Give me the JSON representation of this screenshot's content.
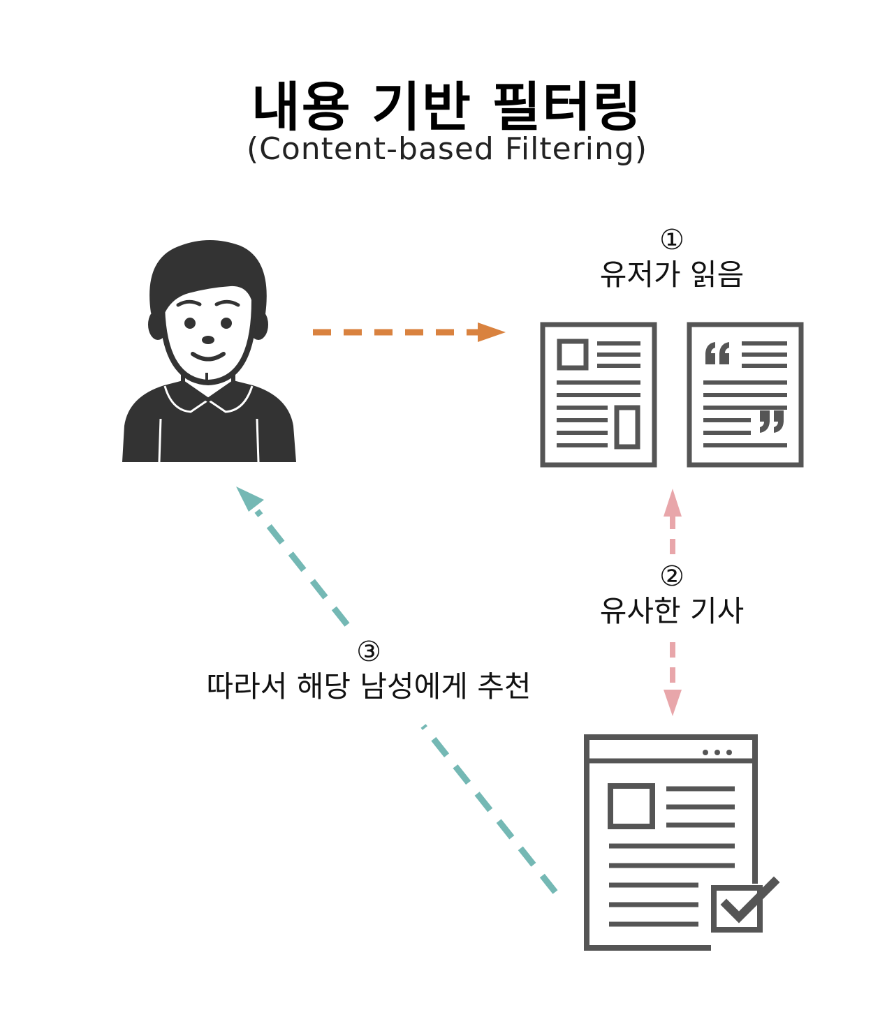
{
  "title": "내용 기반 필터링",
  "subtitle": "(Content-based Filtering)",
  "steps": [
    {
      "num": "①",
      "label": "유저가 읽음"
    },
    {
      "num": "②",
      "label": "유사한 기사"
    },
    {
      "num": "③",
      "label": "따라서 해당 남성에게 추천"
    }
  ],
  "colors": {
    "icon": "#555555",
    "user": "#333333",
    "arrow_read": "#D9823F",
    "arrow_similar": "#E8A6AA",
    "arrow_recommend": "#74B8B4"
  },
  "icons": {
    "user": "man-user-icon",
    "article_image": "article-with-image-icon",
    "article_quote": "article-with-quote-icon",
    "article_recommended": "recommended-article-check-icon"
  }
}
